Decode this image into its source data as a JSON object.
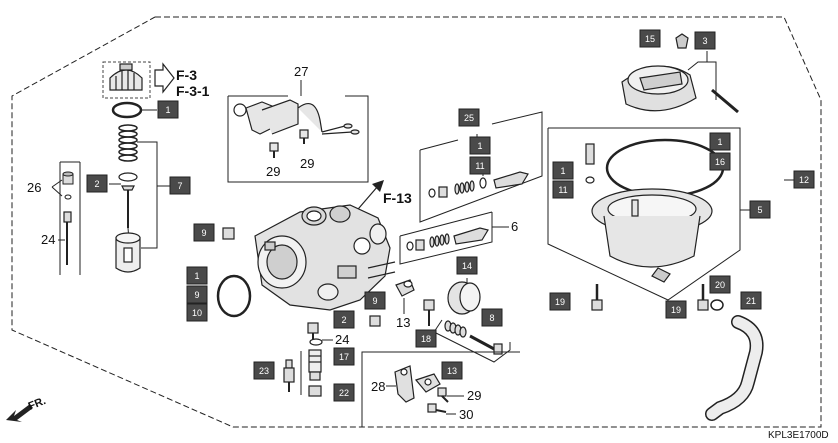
{
  "diagram": {
    "code": "KPL3E1700D",
    "front_label": "FR.",
    "refs": {
      "f3": "F-3",
      "f31": "F-3-1",
      "f13": "F-13"
    },
    "boxed_labels": {
      "b1_top": "1",
      "b7": "7",
      "b2_left": "2",
      "b9_left": "9",
      "b1_body": "1",
      "b9_body": "9",
      "b10": "10",
      "b9_right": "9",
      "b2_mid": "2",
      "b17": "17",
      "b23": "23",
      "b22": "22",
      "b25": "25",
      "b1_jet": "1",
      "b11_jet": "11",
      "b14": "14",
      "b18": "18",
      "b8": "8",
      "b13": "13",
      "b15": "15",
      "b3": "3",
      "b1_gasket": "1",
      "b16": "16",
      "b1_bowl": "1",
      "b11_bowl": "11",
      "b5": "5",
      "b12": "12",
      "b19_left": "19",
      "b19_right": "19",
      "b20": "20",
      "b21": "21"
    },
    "plain_labels": {
      "n26": "26",
      "n24_left": "24",
      "n27": "27",
      "n29_a": "29",
      "n29_b": "29",
      "n6": "6",
      "n13": "13",
      "n24_mid": "24",
      "n28": "28",
      "n29_c": "29",
      "n30": "30"
    }
  }
}
